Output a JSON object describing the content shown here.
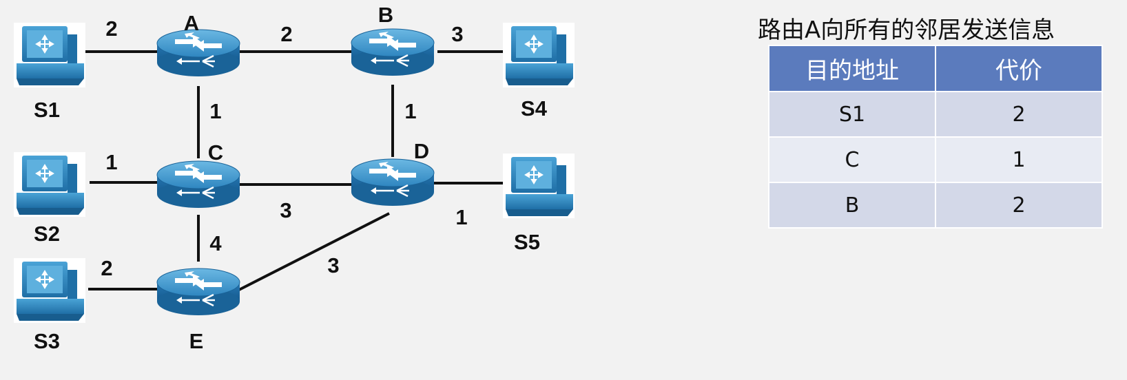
{
  "caption": "路由A向所有的邻居发送信息",
  "table": {
    "headers": [
      "目的地址",
      "代价"
    ],
    "rows": [
      {
        "dest": "S1",
        "cost": "2"
      },
      {
        "dest": "C",
        "cost": "1"
      },
      {
        "dest": "B",
        "cost": "2"
      }
    ]
  },
  "diagram": {
    "routers": [
      "A",
      "B",
      "C",
      "D",
      "E"
    ],
    "hosts": [
      "S1",
      "S2",
      "S3",
      "S4",
      "S5"
    ],
    "links": [
      {
        "from": "S1",
        "to": "A",
        "cost": "2"
      },
      {
        "from": "A",
        "to": "B",
        "cost": "2"
      },
      {
        "from": "B",
        "to": "S4",
        "cost": "3"
      },
      {
        "from": "A",
        "to": "C",
        "cost": "1"
      },
      {
        "from": "B",
        "to": "D",
        "cost": "1"
      },
      {
        "from": "S2",
        "to": "C",
        "cost": "1"
      },
      {
        "from": "C",
        "to": "D",
        "cost": "3"
      },
      {
        "from": "D",
        "to": "S5",
        "cost": "1"
      },
      {
        "from": "C",
        "to": "E",
        "cost": "4"
      },
      {
        "from": "S3",
        "to": "E",
        "cost": "2"
      },
      {
        "from": "E",
        "to": "D",
        "cost": "3"
      }
    ]
  },
  "colors": {
    "router_top": "#3a93c9",
    "router_side": "#1e6ea8",
    "host_body": "#2e89bf",
    "table_header": "#5b7bbd",
    "table_row_odd": "#d3d8e8",
    "table_row_even": "#e8ebf3"
  },
  "icons": {
    "router": "router-icon",
    "host": "workstation-icon"
  }
}
